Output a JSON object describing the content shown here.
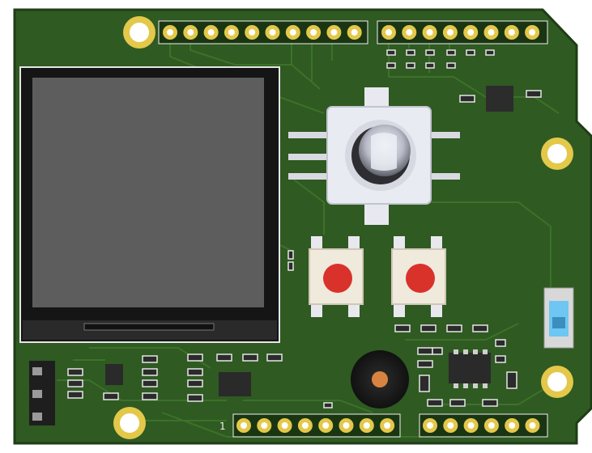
{
  "board": {
    "pcb_color": "#2f5a22",
    "trace_color": "#3b6d2a",
    "pad_color": "#e3c84a",
    "silkscreen_color": "#f2f2f2",
    "pin1_label": "1"
  },
  "components": {
    "lcd_display": "tft-lcd",
    "encoder": "rotary-encoder",
    "button_left": "tactile-button",
    "button_right": "tactile-button",
    "buzzer": "buzzer",
    "slide_switch": "slide-switch",
    "pin_header": "3-pin-header"
  }
}
